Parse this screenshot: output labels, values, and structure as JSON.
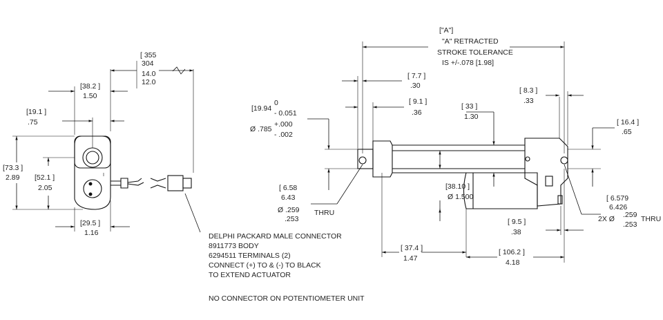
{
  "dims": {
    "cable_len_a": "[ 355",
    "cable_len_b": "304",
    "cable_len_c": "14.0",
    "cable_len_d": "12.0",
    "motor_width_mm": "[38.2 ]",
    "motor_width_in": "1.50",
    "offset_mm": "[19.1 ]",
    "offset_in": ".75",
    "height_mm": "[73.3 ]",
    "height_in": "2.89",
    "half_height_mm": "[52.1 ]",
    "half_height_in": "2.05",
    "base_mm": "[29.5 ]",
    "base_in": "1.16",
    "rod_end_mm": "[19.94",
    "rod_tol_hi": "0",
    "rod_tol_lo": "- 0.051",
    "rod_dia": "Ø .785",
    "rod_tol_hi_in": "+.000",
    "rod_tol_lo_in": "- .002",
    "hole_mm_a": "[ 6.58",
    "hole_mm_b": "6.43",
    "hole_dia_a": "Ø .259",
    "hole_dia_b": ".253",
    "thru": "THRU",
    "a_label": "[\"A\"]",
    "a_retracted": "\"A\" RETRACTED",
    "stroke_tol": "STROKE TOLERANCE",
    "stroke_tol_val": "IS +/-.078 [1.98]",
    "d77_mm": "[ 7.7 ]",
    "d77_in": ".30",
    "d91_mm": "[ 9.1 ]",
    "d91_in": ".36",
    "d33_mm": "[ 33 ]",
    "d33_in": "1.30",
    "d83_mm": "[ 8.3 ]",
    "d83_in": ".33",
    "d164_mm": "[ 16.4 ]",
    "d164_in": ".65",
    "d3810_mm": "[38.10 ]",
    "d3810_in": "Ø 1.500",
    "r_hole_mm_a": "[ 6.579",
    "r_hole_mm_b": "6.426",
    "r_hole_dia_prefix": "2X Ø",
    "r_hole_dia_a": ".259",
    "r_hole_dia_b": ".253",
    "d95_mm": "[ 9.5 ]",
    "d95_in": ".38",
    "d374_mm": "[ 37.4 ]",
    "d374_in": "1.47",
    "d1062_mm": "[ 106.2 ]",
    "d1062_in": "4.18"
  },
  "notes": {
    "line1": "DELPHI PACKARD MALE CONNECTOR",
    "line2": "8911773 BODY",
    "line3": "6294511 TERMINALS (2)",
    "line4": "CONNECT (+) TO & (-) TO BLACK",
    "line5": "TO EXTEND ACTUATOR",
    "line6": "NO CONNECTOR ON POTENTIOMETER UNIT"
  }
}
